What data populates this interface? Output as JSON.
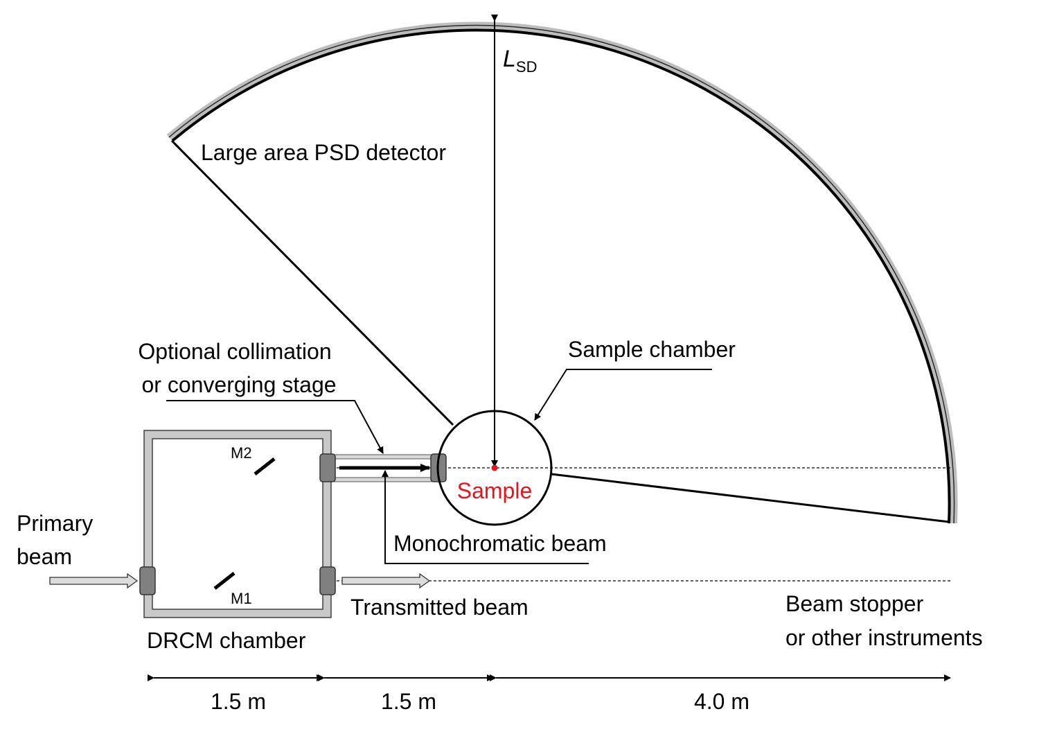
{
  "labels": {
    "lsd_main": "L",
    "lsd_sub": "SD",
    "detector": "Large area PSD detector",
    "collimation_line1": "Optional collimation",
    "collimation_line2": "or converging stage",
    "sample_chamber": "Sample chamber",
    "sample": "Sample",
    "m2": "M2",
    "m1": "M1",
    "primary_line1": "Primary",
    "primary_line2": "beam",
    "monochromatic": "Monochromatic beam",
    "transmitted": "Transmitted beam",
    "drcm": "DRCM chamber",
    "stopper_line1": "Beam stopper",
    "stopper_line2": "or other instruments"
  },
  "dimensions": {
    "d1": "1.5 m",
    "d2": "1.5 m",
    "d3": "4.0 m"
  },
  "colors": {
    "sample": "#e8141b",
    "chamber_wall": "#c0c0c0",
    "window": "#808080",
    "arrow_fill": "#dcdcdc"
  }
}
